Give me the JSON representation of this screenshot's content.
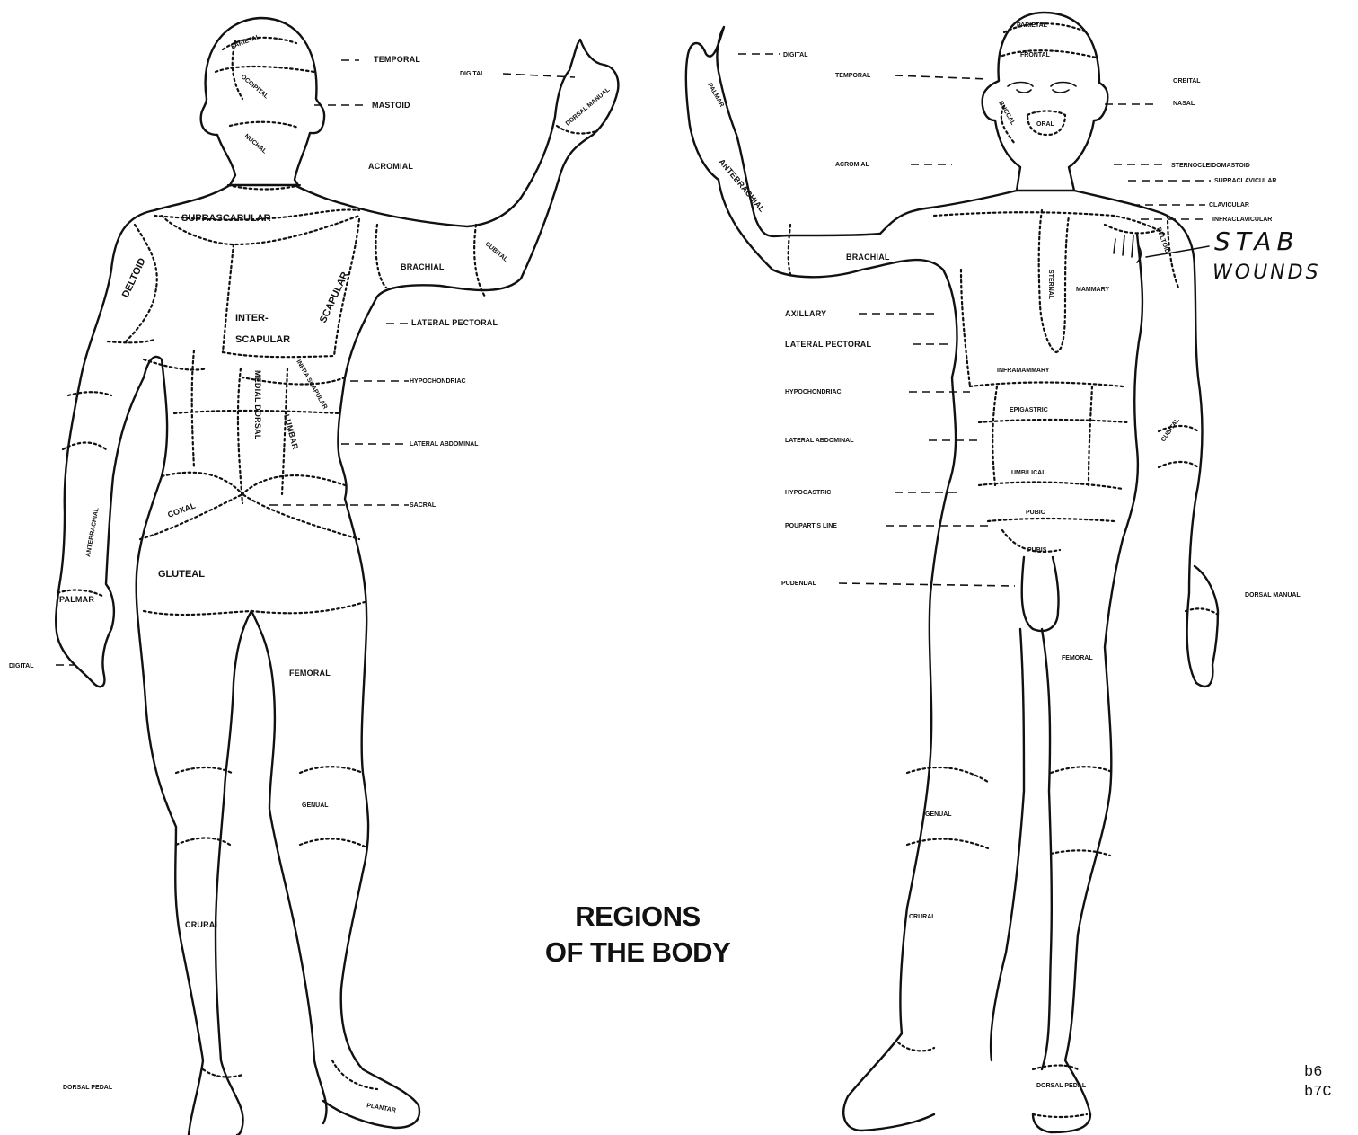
{
  "title_lines": [
    "REGIONS",
    "OF THE BODY"
  ],
  "codes": [
    "b6",
    "b7C"
  ],
  "handwritten_annotation": [
    "STAB",
    "WOUNDS"
  ],
  "back_view": {
    "head_labels": {
      "parietal": "PARIETAL",
      "occipital": "OCCIPITAL",
      "nuchal": "NUCHAL"
    },
    "region_labels": {
      "suprascapular": "SUPRASCAPULAR",
      "deltoid": "DELTOID",
      "interscapular_1": "INTER-",
      "interscapular_2": "SCAPULAR",
      "scapular": "SCAPULAR",
      "infrascapular": "INFRA SCAPULAR",
      "medial_dorsal": "MEDIAL DORSAL",
      "lumbar": "LUMBAR",
      "coxal": "COXAL",
      "gluteal": "GLUTEAL",
      "antebrachial": "ANTEBRACHIAL",
      "palmar": "PALMAR",
      "femoral": "FEMORAL",
      "genual": "GENUAL",
      "crural": "CRURAL",
      "plantar": "PLANTAR",
      "dorsal_manual": "DORSAL MANUAL",
      "cubital": "CUBITAL",
      "brachial": "BRACHIAL"
    },
    "callouts": {
      "temporal": "TEMPORAL",
      "mastoid": "MASTOID",
      "acromial": "ACROMIAL",
      "digital_top": "DIGITAL",
      "lateral_pectoral": "LATERAL PECTORAL",
      "hypochondriac": "HYPOCHONDRIAC",
      "lateral_abdominal": "LATERAL ABDOMINAL",
      "sacral": "SACRAL",
      "digital_side": "DIGITAL",
      "dorsal_pedal": "DORSAL PEDAL"
    }
  },
  "front_view": {
    "head_labels": {
      "parietal": "PARIETAL",
      "frontal": "FRONTAL",
      "oral": "ORAL",
      "buccal": "BUCCAL"
    },
    "region_labels": {
      "palmar": "PALMAR",
      "antebrachial": "ANTEBRACHIAL",
      "brachial": "BRACHIAL",
      "sternal": "STERNAL",
      "mammary": "MAMMARY",
      "deltoid": "DELTOID",
      "inframammary": "INFRAMAMMARY",
      "epigastric": "EPIGASTRIC",
      "umbilical": "UMBILICAL",
      "pubic": "PUBIC",
      "pubis": "PUBIS",
      "cubital": "CUBITAL",
      "femoral": "FEMORAL",
      "genual": "GENUAL",
      "crural": "CRURAL",
      "dorsal_pedal": "DORSAL PEDAL"
    },
    "callouts": {
      "digital": "DIGITAL",
      "temporal": "TEMPORAL",
      "acromial": "ACROMIAL",
      "axillary": "AXILLARY",
      "lateral_pectoral": "LATERAL PECTORAL",
      "hypochondriac": "HYPOCHONDRIAC",
      "lateral_abdominal": "LATERAL ABDOMINAL",
      "hypogastric": "HYPOGASTRIC",
      "pouparts_line": "POUPART'S LINE",
      "pudendal": "PUDENDAL",
      "orbital": "ORBITAL",
      "nasal": "NASAL",
      "sternocleidomastoid": "STERNOCLEIDOMASTOID",
      "supraclavicular": "SUPRACLAVICULAR",
      "clavicular": "CLAVICULAR",
      "infraclavicular": "INFRACLAVICULAR",
      "dorsal_manual": "DORSAL MANUAL"
    }
  }
}
